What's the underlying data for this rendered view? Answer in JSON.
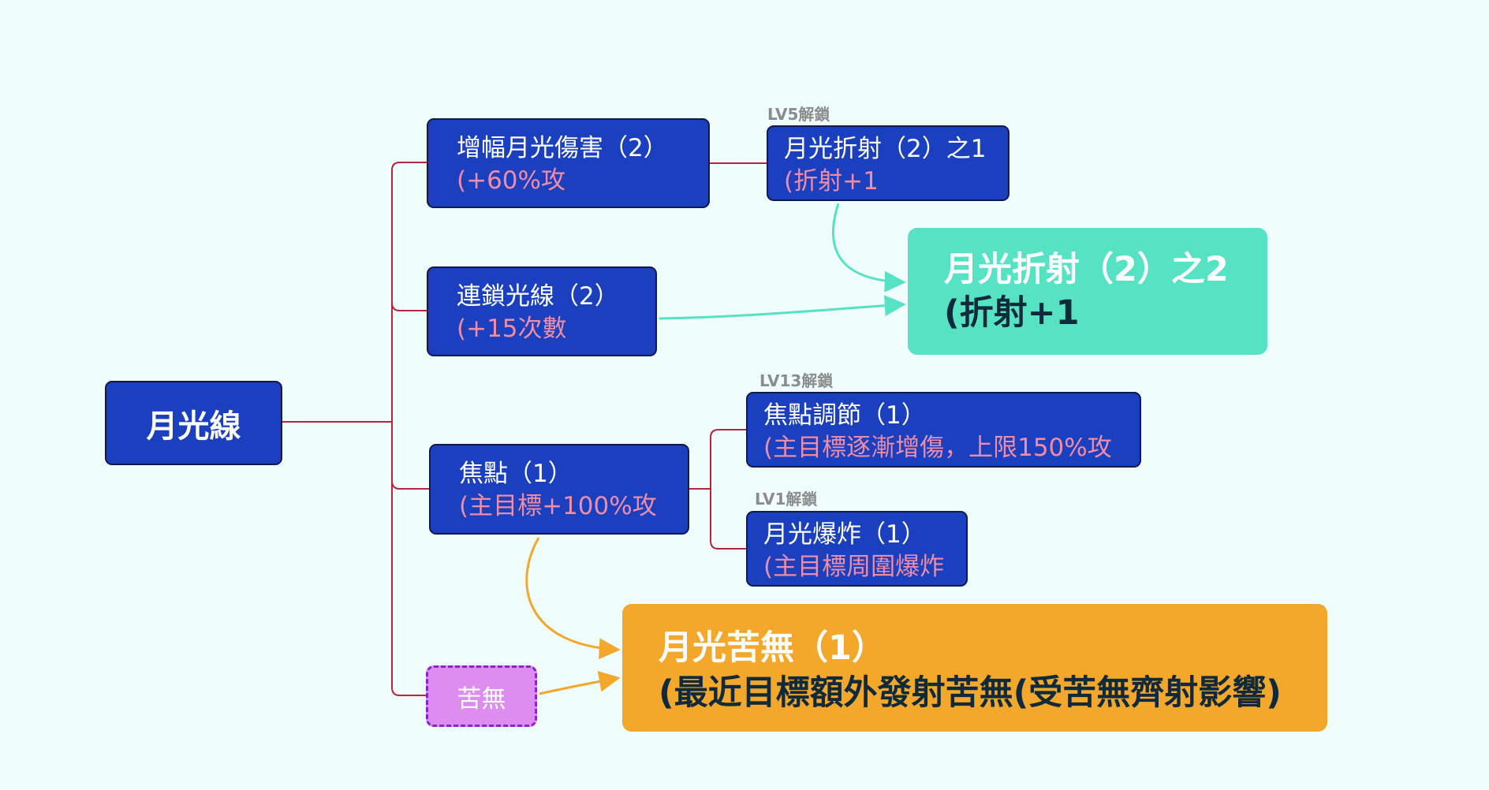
{
  "colors": {
    "background": "#effdfc",
    "node_blue": "#1a3fbf",
    "node_subtext": "#f08ca6",
    "connector_red": "#b8253d",
    "teal_node": "#55e3c4",
    "orange_node": "#f3a82c",
    "purple_node": "#dd8cf0"
  },
  "root": {
    "label": "月光線"
  },
  "branches": {
    "amplify": {
      "title": "增幅月光傷害（2）",
      "detail": "(+60%攻"
    },
    "chain": {
      "title": "連鎖光線（2）",
      "detail": "(+15次數"
    },
    "focus": {
      "title": "焦點（1）",
      "detail": "(主目標+100%攻"
    },
    "kunai": {
      "label": "苦無"
    }
  },
  "unlocks": {
    "refract1": {
      "lock": "LV5解鎖",
      "title": "月光折射（2）之1",
      "detail": "(折射+1"
    },
    "focus_adjust": {
      "lock": "LV13解鎖",
      "title": "焦點調節（1）",
      "detail": "(主目標逐漸增傷，上限150%攻"
    },
    "moon_burst": {
      "lock": "LV1解鎖",
      "title": "月光爆炸（1）",
      "detail": "(主目標周圍爆炸"
    }
  },
  "results": {
    "refract2": {
      "title": "月光折射（2）之2",
      "detail": "(折射+1"
    },
    "moon_kunai": {
      "title": "月光苦無（1）",
      "detail": "(最近目標額外發射苦無(受苦無齊射影響)"
    }
  }
}
